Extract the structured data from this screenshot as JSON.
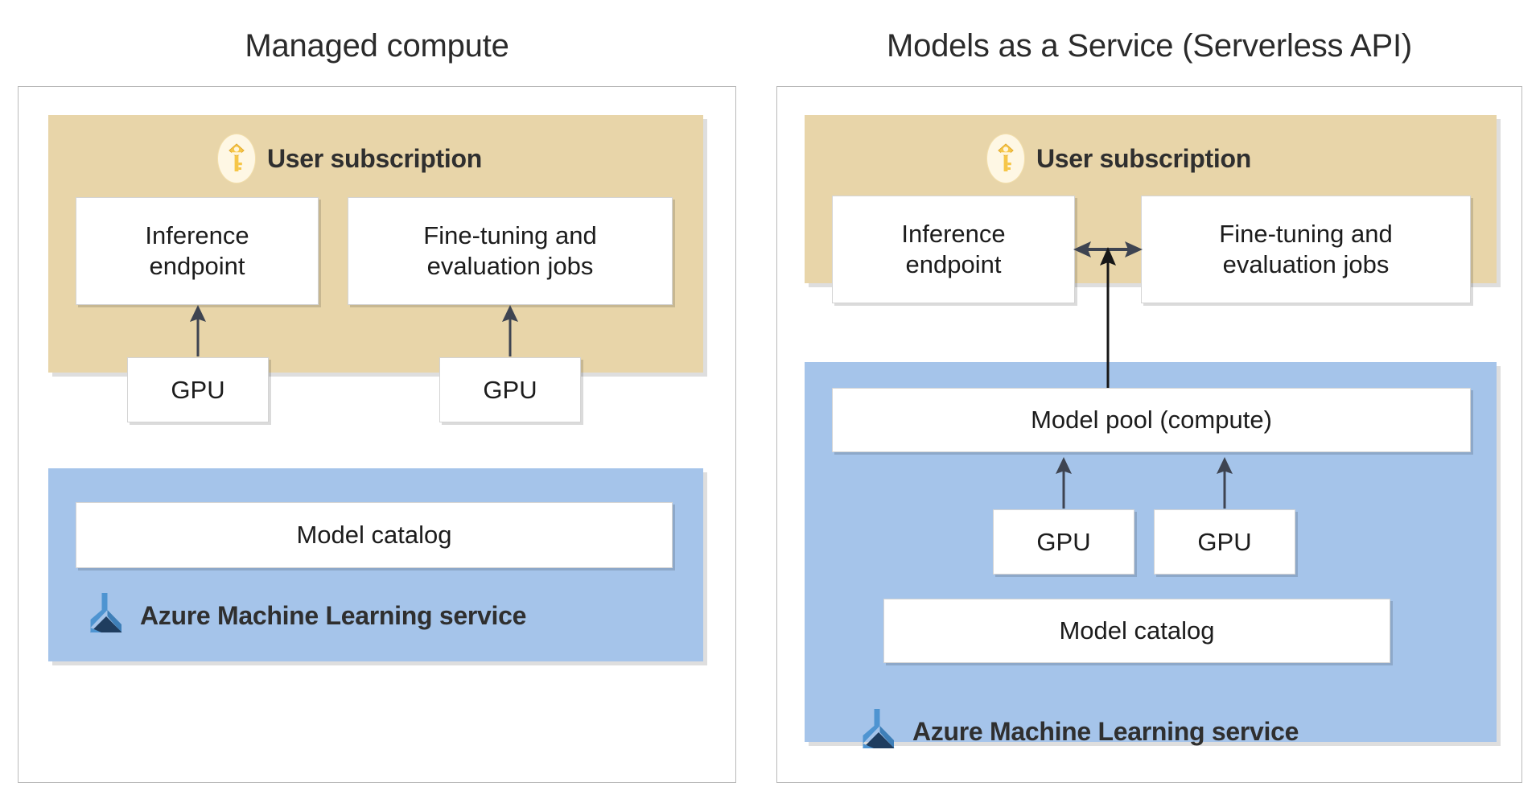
{
  "diagram": {
    "title_left": "Managed compute",
    "title_right": "Models as a Service (Serverless API)",
    "colors": {
      "subscription_box": "#E8D5A9",
      "service_box": "#A5C4EA",
      "node_box": "#FFFFFF",
      "arrow": "#3E4451",
      "panel_border": "#B9B9B9",
      "key_icon": "#F5C242",
      "azure_logo_light": "#4E94D1",
      "azure_logo_dark": "#1F3D5F"
    }
  },
  "left_panel": {
    "title": "Managed compute",
    "subscription": {
      "label": "User subscription",
      "icon": "key-icon",
      "nodes": [
        {
          "id": "inference-endpoint",
          "label": "Inference\nendpoint"
        },
        {
          "id": "fine-tuning-jobs",
          "label": "Fine-tuning and\nevaluation jobs"
        },
        {
          "id": "gpu-1",
          "label": "GPU"
        },
        {
          "id": "gpu-2",
          "label": "GPU"
        }
      ]
    },
    "service": {
      "label": "Azure Machine Learning service",
      "icon": "azure-machine-learning-icon",
      "nodes": [
        {
          "id": "model-catalog",
          "label": "Model catalog"
        }
      ]
    },
    "arrows": [
      {
        "from": "gpu-1",
        "to": "inference-endpoint",
        "type": "single"
      },
      {
        "from": "gpu-2",
        "to": "fine-tuning-jobs",
        "type": "single"
      }
    ]
  },
  "right_panel": {
    "title": "Models as a Service (Serverless API)",
    "subscription": {
      "label": "User subscription",
      "icon": "key-icon",
      "nodes": [
        {
          "id": "inference-endpoint",
          "label": "Inference\nendpoint"
        },
        {
          "id": "fine-tuning-jobs",
          "label": "Fine-tuning and\nevaluation jobs"
        }
      ]
    },
    "service": {
      "label": "Azure Machine Learning service",
      "icon": "azure-machine-learning-icon",
      "nodes": [
        {
          "id": "model-pool",
          "label": "Model pool (compute)"
        },
        {
          "id": "gpu-1",
          "label": "GPU"
        },
        {
          "id": "gpu-2",
          "label": "GPU"
        },
        {
          "id": "model-catalog",
          "label": "Model catalog"
        }
      ]
    },
    "arrows": [
      {
        "from": "inference-endpoint",
        "to": "fine-tuning-jobs",
        "type": "double"
      },
      {
        "from": "model-pool",
        "to": "subscription-link",
        "type": "single"
      },
      {
        "from": "gpu-1",
        "to": "model-pool",
        "type": "single"
      },
      {
        "from": "gpu-2",
        "to": "model-pool",
        "type": "single"
      }
    ]
  }
}
